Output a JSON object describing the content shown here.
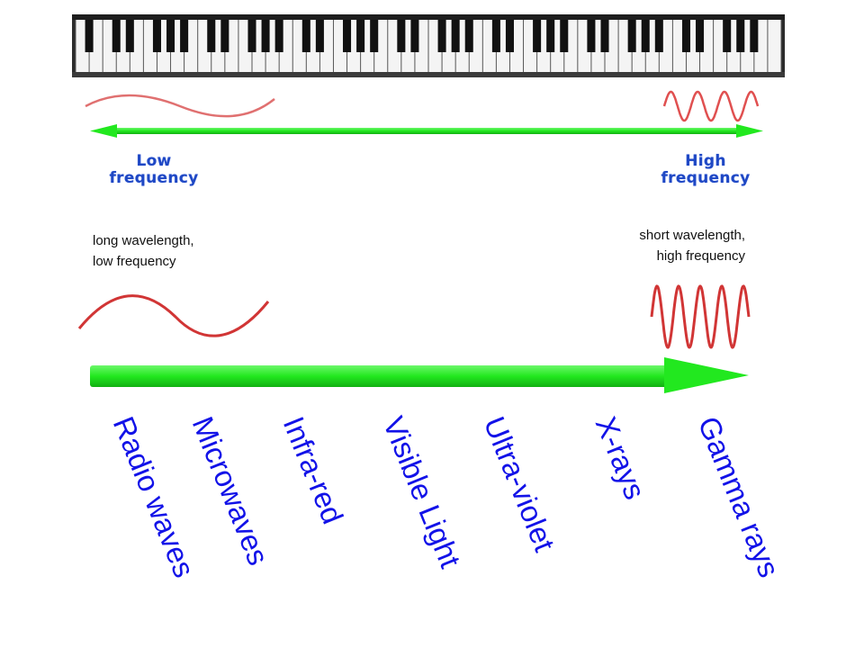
{
  "top_scale": {
    "low_label_line1": "Low",
    "low_label_line2": "frequency",
    "high_label_line1": "High",
    "high_label_line2": "frequency"
  },
  "descriptions": {
    "left_line1": "long wavelength,",
    "left_line2": "low frequency",
    "right_line1": "short wavelength,",
    "right_line2": "high frequency"
  },
  "bands": [
    "Radio waves",
    "Microwaves",
    "Infra-red",
    "Visible Light",
    "Ultra-violet",
    "X-rays",
    "Gamma rays"
  ],
  "colors": {
    "arrow_green": "#22e81f",
    "wave_red": "#d13535",
    "band_text": "#1212e8",
    "freq_label": "#1f48c4"
  }
}
